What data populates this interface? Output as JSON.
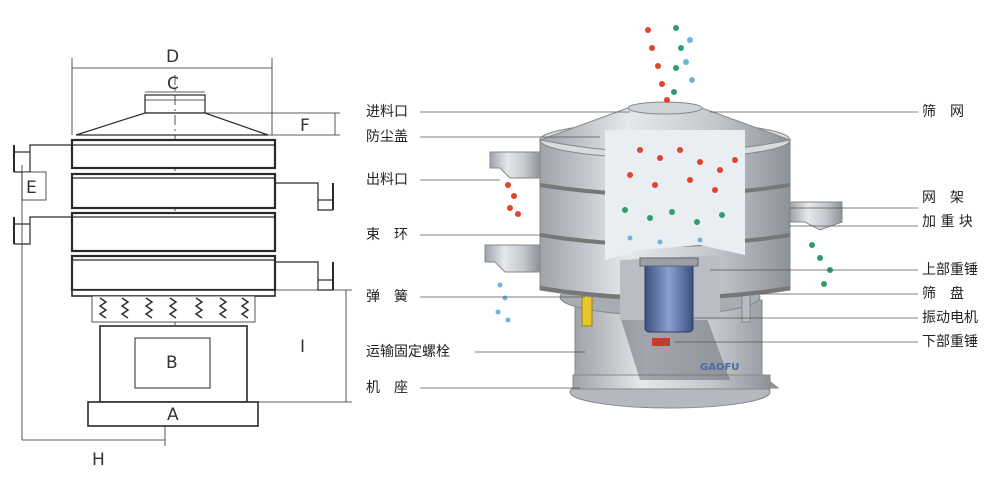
{
  "drawing": {
    "dimensions": [
      "A",
      "B",
      "C",
      "D",
      "E",
      "F",
      "H",
      "I"
    ]
  },
  "cutaway": {
    "brand": "GAOFU",
    "left_labels": [
      "进料口",
      "防尘盖",
      "出料口",
      "束　环",
      "弹　簧",
      "运输固定螺栓",
      "机　座"
    ],
    "right_labels": [
      "筛　网",
      "网　架",
      "加 重 块",
      "上部重锤",
      "筛　盘",
      "振动电机",
      "下部重锤"
    ]
  },
  "colors": {
    "line": "#2a2a2a",
    "steel": "#c9ccd1",
    "steel_dark": "#8e939a",
    "particle_red": "#e0442c",
    "particle_green": "#2f9e6b",
    "particle_blue": "#6fb4d8",
    "motor": "#6f86b8"
  }
}
